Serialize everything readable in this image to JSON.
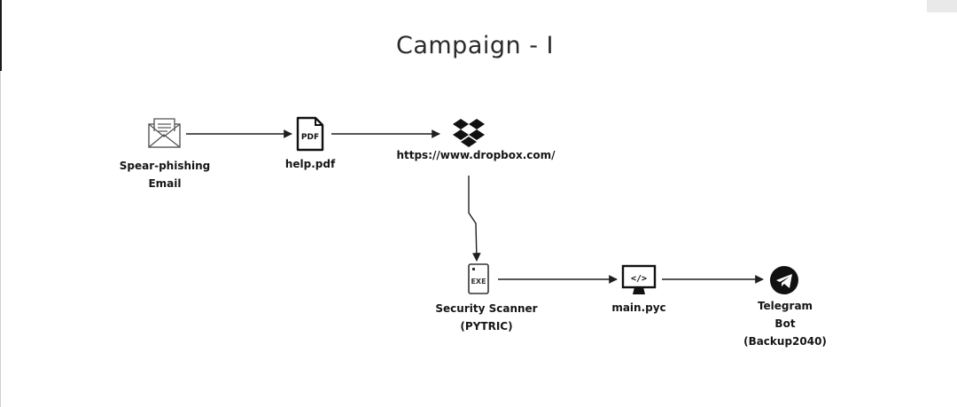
{
  "title": "Campaign - I",
  "nodes": [
    {
      "id": "email",
      "icon": "envelope-icon",
      "label_lines": [
        "Spear-phishing",
        "Email"
      ]
    },
    {
      "id": "pdf",
      "icon": "pdf-file-icon",
      "icon_text": "PDF",
      "label_lines": [
        "help.pdf"
      ]
    },
    {
      "id": "dropbox",
      "icon": "dropbox-icon",
      "label_lines": [
        "https://www.dropbox.com/"
      ]
    },
    {
      "id": "exe",
      "icon": "exe-file-icon",
      "icon_text": "EXE",
      "label_lines": [
        "Security Scanner",
        "(PYTRIC)"
      ]
    },
    {
      "id": "pyc",
      "icon": "code-monitor-icon",
      "icon_text": "</>",
      "label_lines": [
        "main.pyc"
      ]
    },
    {
      "id": "telegram",
      "icon": "telegram-icon",
      "label_lines": [
        "Telegram",
        "Bot",
        "(Backup2040)"
      ]
    }
  ],
  "edges": [
    {
      "from": "email",
      "to": "pdf"
    },
    {
      "from": "pdf",
      "to": "dropbox"
    },
    {
      "from": "dropbox",
      "to": "exe"
    },
    {
      "from": "exe",
      "to": "pyc"
    },
    {
      "from": "pyc",
      "to": "telegram"
    }
  ],
  "colors": {
    "background": "#ffffff",
    "line": "#1f1f1f",
    "icon": "#111111",
    "telegram_fill": "#111111",
    "envelope_stroke": "#555555"
  }
}
